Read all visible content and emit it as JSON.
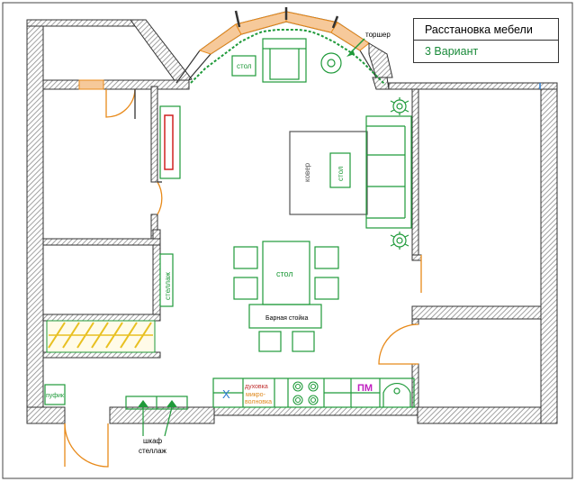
{
  "title": {
    "main": "Расстановка мебели",
    "variant": "3 Вариант"
  },
  "labels": {
    "torsher": "торшер",
    "table_small": "стол",
    "carpet": "ковер",
    "coffee_table": "стол",
    "dining_table": "стол",
    "shelf_side": "стеллаж",
    "bar_counter": "Барная стойка",
    "pufik": "пуфик",
    "sink_mark": "X",
    "oven": "духовка",
    "microwave_1": "микро-",
    "microwave_2": "волновка",
    "dishwasher": "ПМ",
    "wardrobe": "шкаф",
    "shelf_bottom": "стеллаж"
  },
  "colors": {
    "wall_stripe": "#9a9a9a",
    "furniture": "#1f9a3a",
    "door": "#e88a1a",
    "window_fill": "#f6c99a",
    "carpet": "#555555",
    "bed_red": "#d02020",
    "yellow_shelf": "#e8c020",
    "sink_blue": "#2a7ad0",
    "pm_magenta": "#c020c0",
    "oven_red": "#c03030",
    "micro_orange": "#e08a20"
  }
}
